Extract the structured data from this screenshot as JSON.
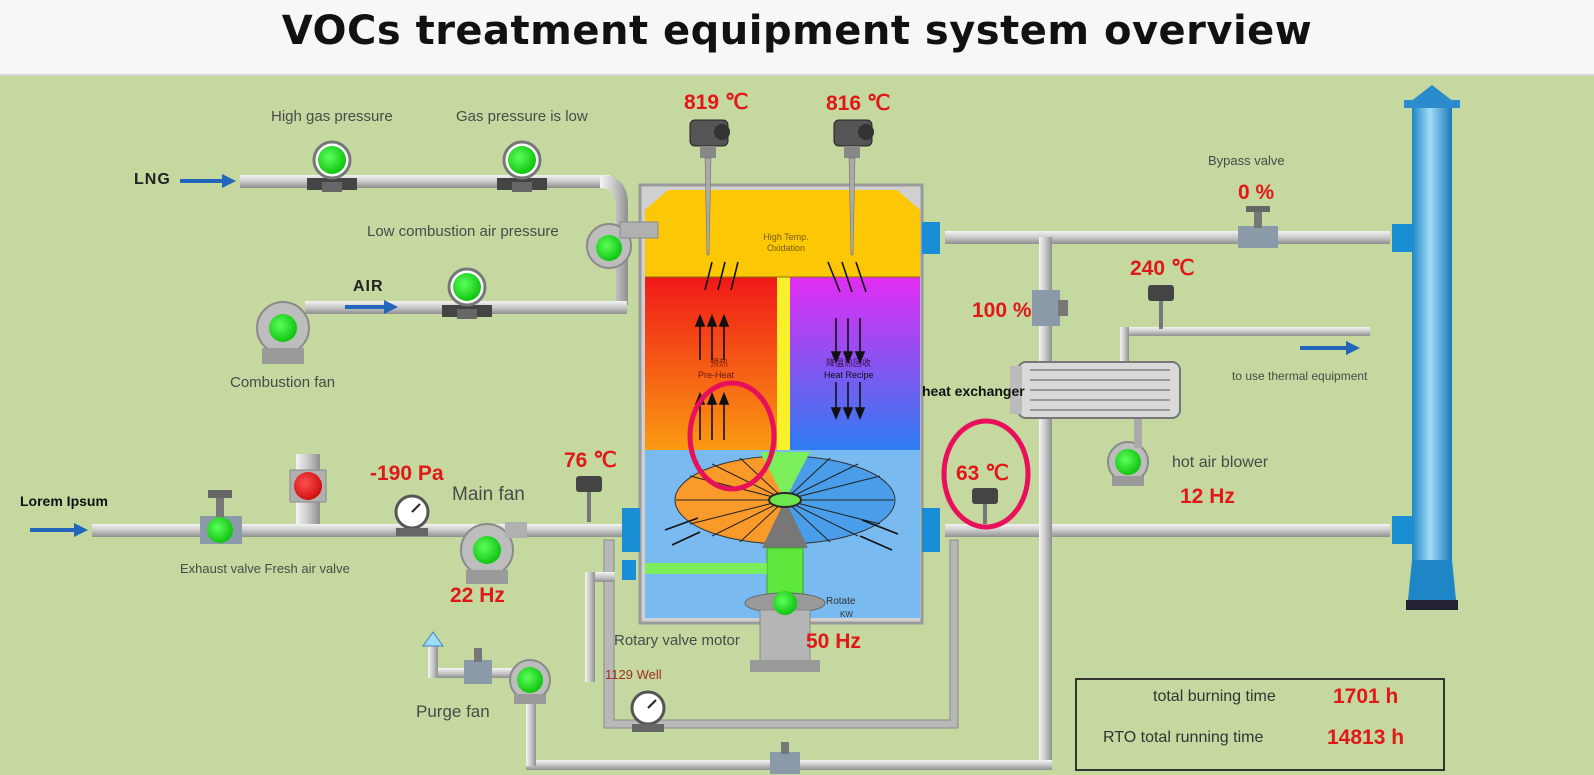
{
  "header": {
    "title": "VOCs treatment equipment system overview"
  },
  "lines": {
    "lng": "LNG",
    "air": "AIR",
    "lorem": "Lorem Ipsum"
  },
  "labels": {
    "high_gas_pressure": "High gas pressure",
    "gas_pressure_low": "Gas pressure is low",
    "low_combustion_air": "Low combustion air pressure",
    "combustion_fan": "Combustion fan",
    "main_fan": "Main fan",
    "exhaust_fresh_valve": "Exhaust valve Fresh air valve",
    "purge_fan": "Purge fan",
    "rotary_valve_motor": "Rotary valve motor",
    "well": "1129 Well",
    "bypass_valve": "Bypass valve",
    "heat_exchanger": "heat exchanger",
    "hot_air_blower": "hot air blower",
    "thermal_equipment": "to use thermal equipment",
    "high_temp_oxidation": "High Temp. Oxidation",
    "pre_heat": "Pre-Heat",
    "pre_heat_cn": "预热",
    "heat_recipe": "Heat Recipe",
    "heat_recipe_cn": "降温热回收",
    "rotate": "Rotate",
    "kw": "KW"
  },
  "values": {
    "temp1": "819 ℃",
    "temp2": "816 ℃",
    "bypass_pct": "0 %",
    "valve_pct": "100 %",
    "temp_exchanger": "240 ℃",
    "temp_outlet": "63 ℃",
    "temp_inlet": "76 ℃",
    "pressure": "-190 Pa",
    "main_fan_hz": "22 Hz",
    "rotary_hz": "50 Hz",
    "blower_hz": "12 Hz"
  },
  "stats": {
    "burning_label": "total burning time",
    "burning_value": "1701 h",
    "running_label": "RTO total running time",
    "running_value": "14813 h"
  },
  "colors": {
    "background": "#c4d89f",
    "status_ok": "#22e022",
    "status_alarm": "#e81c1c",
    "value_red": "#e01818",
    "highlight_circle": "#e8105a"
  }
}
